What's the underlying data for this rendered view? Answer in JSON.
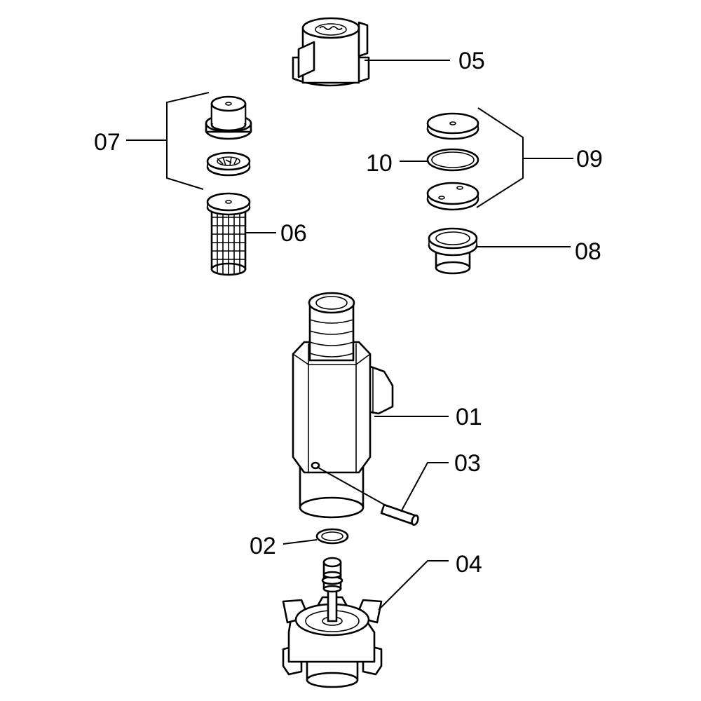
{
  "diagram": {
    "callouts": {
      "c01": "01",
      "c02": "02",
      "c03": "03",
      "c04": "04",
      "c05": "05",
      "c06": "06",
      "c07": "07",
      "c08": "08",
      "c09": "09",
      "c10": "10"
    }
  }
}
